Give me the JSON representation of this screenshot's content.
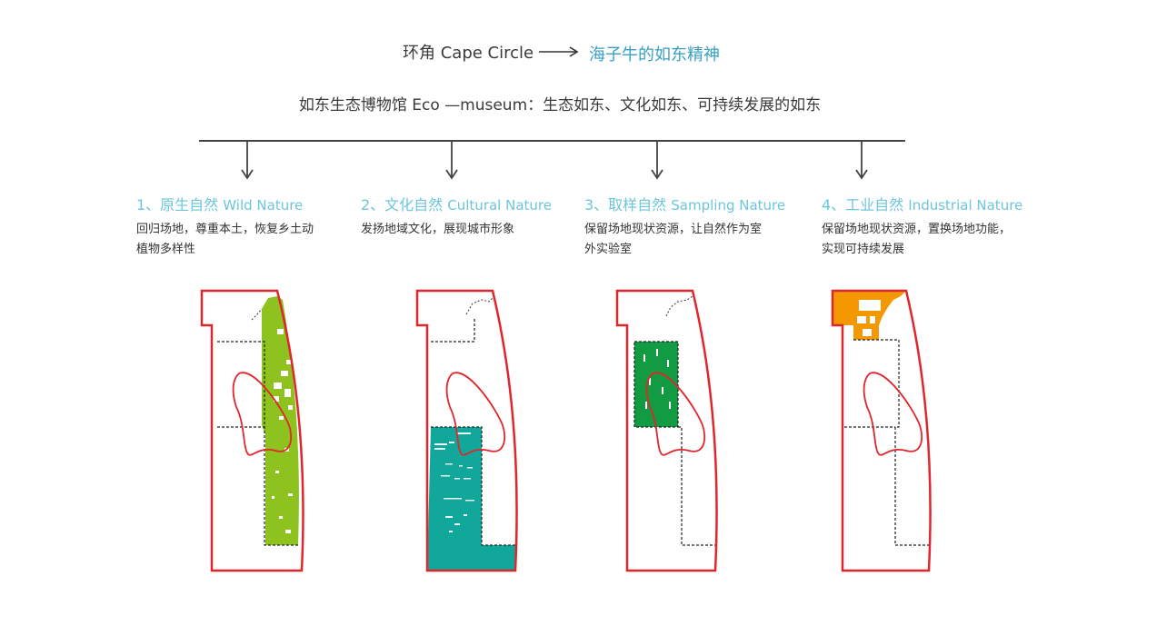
{
  "header": {
    "title_left": "环角 Cape Circle",
    "title_right": "海子牛的如东精神",
    "subtitle": "如东生态博物馆 Eco —museum：生态如东、文化如东、可持续发展的如东"
  },
  "sections": [
    {
      "title": "1、原生自然",
      "title_en": "Wild Nature",
      "desc": [
        "回归场地，尊重本土，恢复乡土动",
        "植物多样性"
      ],
      "fill": "#8dc21f"
    },
    {
      "title": "2、文化自然",
      "title_en": "Cultural Nature",
      "desc": [
        "发扬地域文化，展现城市形象"
      ],
      "fill": "#12a79b"
    },
    {
      "title": "3、取样自然",
      "title_en": "Sampling Nature",
      "desc": [
        "保留场地现状资源，让自然作为室",
        "外实验室"
      ],
      "fill": "#129b42"
    },
    {
      "title": "4、工业自然",
      "title_en": "Industrial Nature",
      "desc": [
        "保留场地现状资源，置换场地功能，",
        "实现可持续发展"
      ],
      "fill": "#f39800"
    }
  ],
  "colors": {
    "outline": "#e0262d",
    "accent_text": "#37a0c3",
    "section_title": "#6cc6dc",
    "tree_line": "#444444"
  }
}
